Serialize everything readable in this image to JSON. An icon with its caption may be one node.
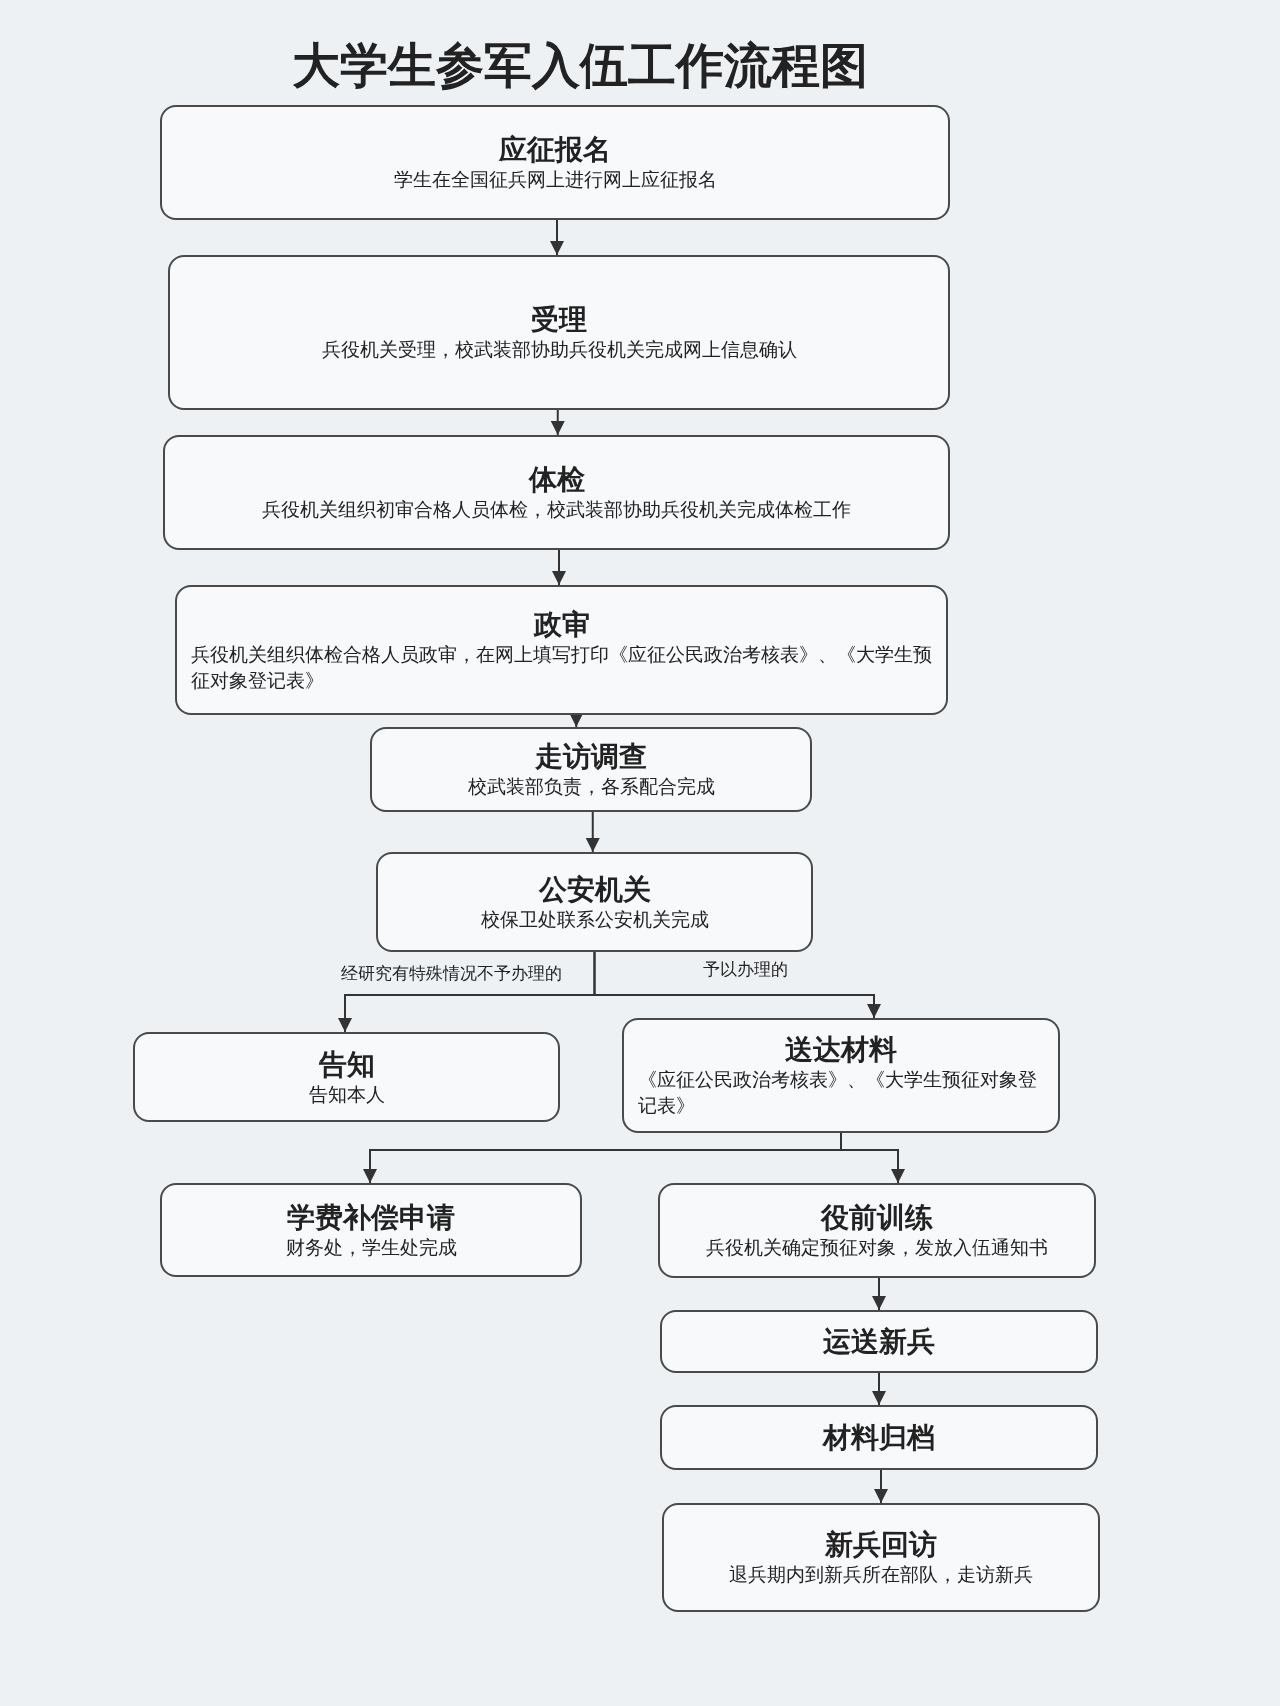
{
  "diagram": {
    "title": "大学生参军入伍工作流程图",
    "nodes": [
      {
        "text": [
          "应征报名",
          "学生在全国征兵网上进行网上应征报名"
        ]
      },
      {
        "text": [
          "受理",
          "兵役机关受理，校武装部协助兵役机关完成网上信息确认"
        ]
      },
      {
        "text": [
          "体检",
          "兵役机关组织初审合格人员体检，校武装部协助兵役机关完成体检工作"
        ]
      },
      {
        "text": [
          "政审",
          "兵役机关组织体检合格人员政审，在网上填写打印《应征公民政治考核表》、《大学生预征对象登记表》"
        ]
      },
      {
        "text": [
          "走访调查",
          "校武装部负责，各系配合完成"
        ]
      },
      {
        "text": [
          "公安机关",
          "校保卫处联系公安机关完成"
        ]
      },
      {
        "text": [
          "告知",
          "告知本人"
        ]
      },
      {
        "text": [
          "送达材料",
          "《应征公民政治考核表》、《大学生预征对象登记表》"
        ]
      },
      {
        "text": [
          "学费补偿申请",
          "财务处，学生处完成"
        ]
      },
      {
        "text": [
          "役前训练",
          "兵役机关确定预征对象，发放入伍通知书"
        ]
      },
      {
        "text": [
          "运送新兵"
        ]
      },
      {
        "text": [
          "材料归档"
        ]
      },
      {
        "text": [
          "新兵回访",
          "退兵期内到新兵所在部队，走访新兵"
        ]
      }
    ],
    "edges": [
      {
        "from": 0,
        "to": 1,
        "arrow": "to"
      },
      {
        "from": 1,
        "to": 2,
        "arrow": "to"
      },
      {
        "from": 2,
        "to": 3,
        "arrow": "to"
      },
      {
        "from": 3,
        "to": 4,
        "arrow": "to"
      },
      {
        "from": 4,
        "to": 5,
        "arrow": "to"
      },
      {
        "from": 5,
        "to": 6,
        "arrow": "to",
        "label": "经研究有特殊情况不予办理的"
      },
      {
        "from": 5,
        "to": 7,
        "arrow": "to",
        "label": "予以办理的"
      },
      {
        "from": 7,
        "to": 8,
        "arrow": "to"
      },
      {
        "from": 7,
        "to": 9,
        "arrow": "to"
      },
      {
        "from": 9,
        "to": 10,
        "arrow": "to"
      },
      {
        "from": 10,
        "to": 11,
        "arrow": "to"
      },
      {
        "from": 11,
        "to": 12,
        "arrow": "to"
      }
    ]
  }
}
